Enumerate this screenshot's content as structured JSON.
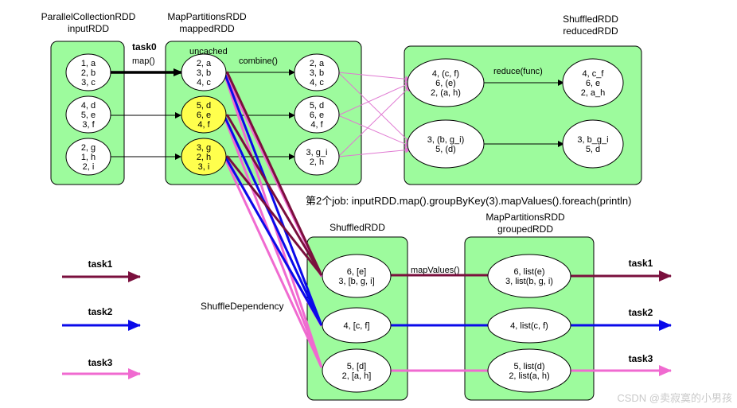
{
  "colors": {
    "box_fill": "#9dfb9d",
    "node_fill": "#ffffff",
    "cached_fill": "#ffff4d",
    "task1": "#7a0f3d",
    "task2": "#0a0aea",
    "task3": "#f06ad0",
    "shuffle_line": "#e07ad2"
  },
  "labels": {
    "parallel_title": "ParallelCollectionRDD",
    "parallel_sub": "inputRDD",
    "map_title": "MapPartitionsRDD",
    "map_sub": "mappedRDD",
    "uncached": "uncached",
    "task0": "task0",
    "map_op": "map()",
    "combine_op": "combine()",
    "shuffled_top_title": "ShuffledRDD",
    "shuffled_top_sub": "reducedRDD",
    "reduce_op": "reduce(func)",
    "job2": "第2个job: inputRDD.map().groupByKey(3).mapValues().foreach(println)",
    "shuffled_bottom_title": "ShuffledRDD",
    "grouped_title": "MapPartitionsRDD",
    "grouped_sub": "groupedRDD",
    "map_values_op": "mapValues()",
    "shuffle_dependency": "ShuffleDependency",
    "watermark": "CSDN @卖寂寞的小男孩"
  },
  "legend": [
    {
      "label": "task1",
      "color_key": "task1"
    },
    {
      "label": "task2",
      "color_key": "task2"
    },
    {
      "label": "task3",
      "color_key": "task3"
    }
  ],
  "out_tasks": [
    "task1",
    "task2",
    "task3"
  ],
  "nodes": {
    "in0": [
      "1, a",
      "2, b",
      "3, c"
    ],
    "in1": [
      "4, d",
      "5, e",
      "3, f"
    ],
    "in2": [
      "2, g",
      "1, h",
      "2, i"
    ],
    "mp0": [
      "2, a",
      "3, b",
      "4, c"
    ],
    "mp1": [
      "5, d",
      "6, e",
      "4, f"
    ],
    "mp2": [
      "3, g",
      "2, h",
      "3, i"
    ],
    "cb0": [
      "2, a",
      "3, b",
      "4, c"
    ],
    "cb1": [
      "5, d",
      "6, e",
      "4, f"
    ],
    "cb2": [
      "3, g_i",
      "2, h"
    ],
    "sh0": [
      "4, (c, f)",
      "6, (e)",
      "2, (a, h)"
    ],
    "sh1": [
      "3, (b, g_i)",
      "5, (d)"
    ],
    "rd0": [
      "4, c_f",
      "6, e",
      "2, a_h"
    ],
    "rd1": [
      "3, b_g_i",
      "5, d"
    ],
    "gs0": [
      "6, [e]",
      "3, [b, g, i]"
    ],
    "gs1": [
      "4, [c, f]"
    ],
    "gs2": [
      "5, [d]",
      "2, [a, h]"
    ],
    "gp0": [
      "6, list(e)",
      "3, list(b, g, i)"
    ],
    "gp1": [
      "4, list(c, f)"
    ],
    "gp2": [
      "5, list(d)",
      "2, list(a, h)"
    ]
  }
}
